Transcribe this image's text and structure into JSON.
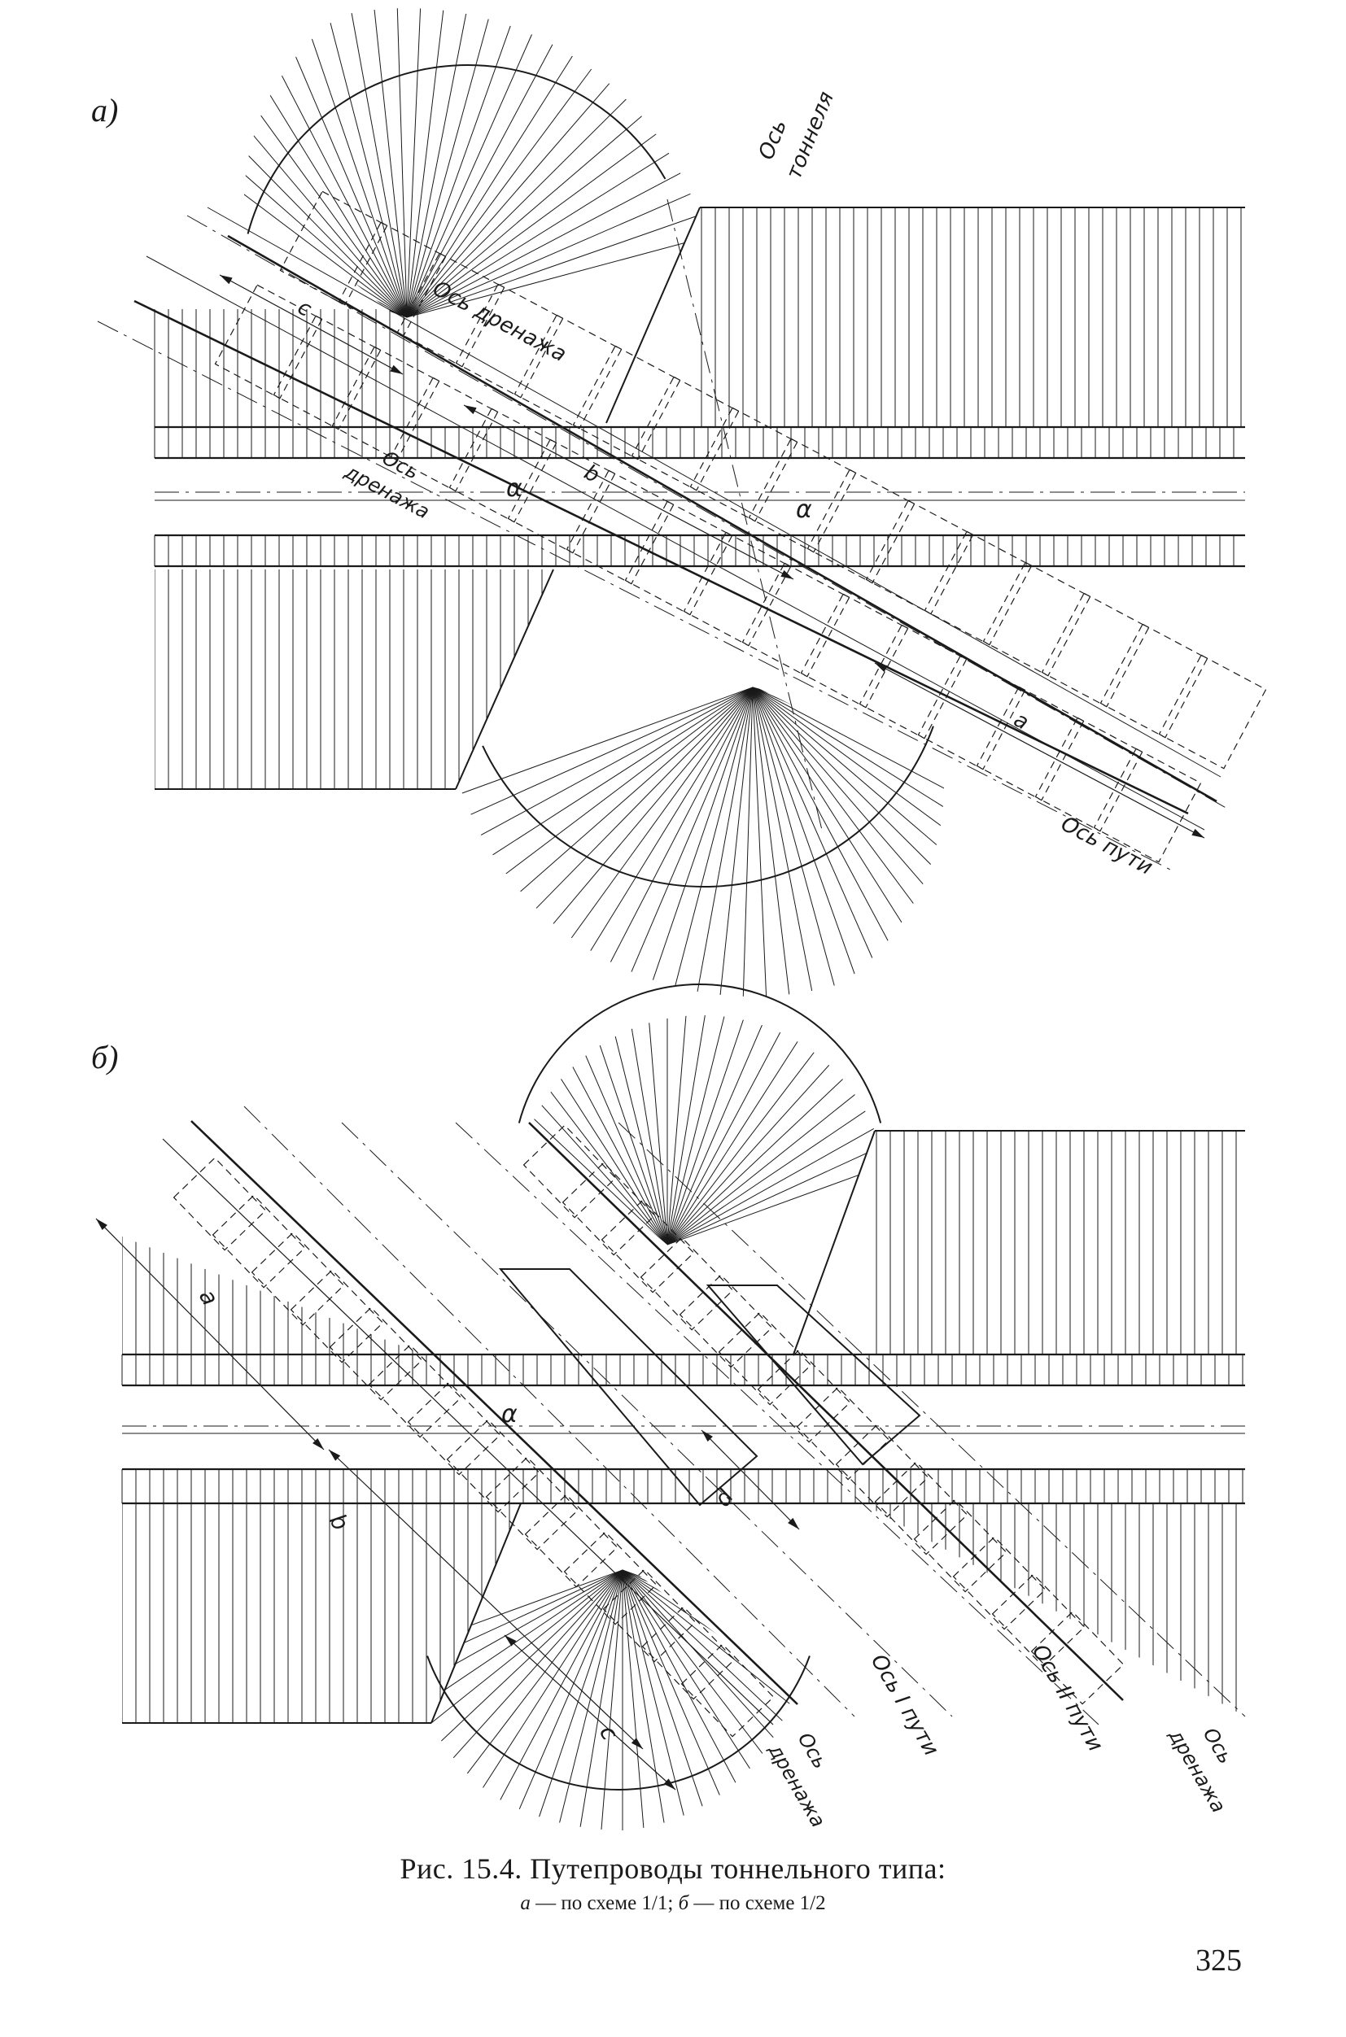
{
  "panels": {
    "a": {
      "label": "а)",
      "annotations": {
        "tunnel_axis_1": "Ось",
        "tunnel_axis_2": "тоннеля",
        "drain_axis_top": "Ось дренажа",
        "drain_axis_left_1": "Ось",
        "drain_axis_left_2": "дренажа",
        "track_axis": "Ось пути",
        "dim_c": "c",
        "dim_b": "b",
        "dim_a": "a",
        "angle_left": "α",
        "angle_right": "α"
      }
    },
    "b": {
      "label": "б)",
      "annotations": {
        "dim_a": "a",
        "dim_b": "b",
        "dim_c": "c",
        "dim_d": "d",
        "angle": "α",
        "drain_axis_left_1": "Ось",
        "drain_axis_left_2": "дренажа",
        "track1_axis": "Ось I пути",
        "track2_axis": "Ось II пути",
        "drain_axis_right_1": "Ось",
        "drain_axis_right_2": "дренажа"
      }
    }
  },
  "caption": {
    "title": "Рис. 15.4. Путепроводы тоннельного типа:",
    "sub_a_letter": "а",
    "sub_a_text": " — по схеме 1/1; ",
    "sub_b_letter": "б",
    "sub_b_text": " — по схеме 1/2"
  },
  "page_number": "325",
  "colors": {
    "ink": "#1a1a1a",
    "paper": "#ffffff"
  }
}
